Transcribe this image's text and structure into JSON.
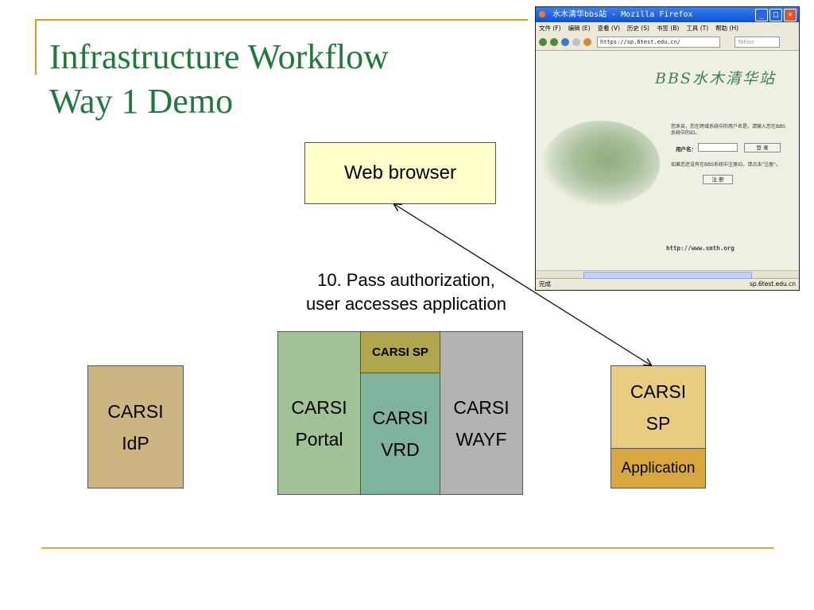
{
  "slide": {
    "title_line1": "Infrastructure Workflow",
    "title_line2": "Way 1 Demo"
  },
  "nodes": {
    "web_browser": "Web browser",
    "idp": [
      "CARSI",
      "IdP"
    ],
    "portal": [
      "CARSI",
      "Portal"
    ],
    "carsi_sp_small": "CARSI SP",
    "vrd": [
      "CARSI",
      "VRD"
    ],
    "wayf": [
      "CARSI",
      "WAYF"
    ],
    "sp": [
      "CARSI",
      "SP"
    ],
    "application": "Application"
  },
  "annotation": {
    "line1": "10. Pass authorization,",
    "line2": "user accesses application"
  },
  "browser_screenshot": {
    "window_title": "水木清华bbs站 - Mozilla Firefox",
    "menu": [
      "文件 (F)",
      "编辑 (E)",
      "查看 (V)",
      "历史 (S)",
      "书签 (B)",
      "工具 (T)",
      "帮助 (H)"
    ],
    "url": "https://sp.6test.edu.cn/",
    "search_placeholder": "Yahoo",
    "site_logo": "BBS水木清华站",
    "prompt_text": "您来自，您在跨域系统中的用户名是。请输入您在BBS系统中的ID。",
    "username_label": "用户名：",
    "login_button": "登 录",
    "register_text": "如果您还没有在BBS系统中注册ID，请点击\"注册\"。",
    "register_button": "注 册",
    "site_url": "http://www.smth.org",
    "status_left": "完成",
    "status_right": "sp.6test.edu.cn"
  },
  "colors": {
    "title": "#1f7a3a",
    "accent": "#d4a017",
    "web_browser_fill": "#ffffcc",
    "idp_fill": "#cdb581",
    "portal_fill": "#9fc297",
    "vrd_fill": "#80b39b",
    "carsi_sp_fill": "#b0a64d",
    "wayf_fill": "#b3b3b3",
    "sp_fill": "#e8cc7f",
    "application_fill": "#d8a83f"
  }
}
